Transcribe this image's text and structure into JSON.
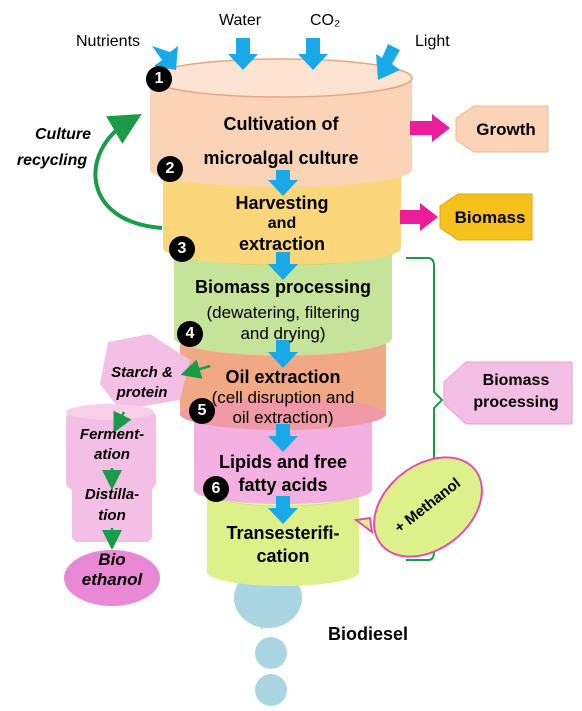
{
  "inputs": {
    "nutrients": "Nutrients",
    "water": "Water",
    "co2": "CO₂",
    "light": "Light"
  },
  "stages": [
    {
      "number": "1",
      "lines": [
        "Cultivation of",
        "microalgal culture"
      ]
    },
    {
      "number": "2",
      "lines": [
        "Harvesting",
        "and",
        "extraction"
      ]
    },
    {
      "number": "3",
      "lines": [
        "Biomass processing",
        "(dewatering, filtering",
        "and drying)"
      ]
    },
    {
      "number": "4",
      "lines": [
        "Oil extraction",
        "(cell disruption and",
        "oil extraction)"
      ]
    },
    {
      "number": "5",
      "lines": [
        "Lipids and free",
        "fatty acids"
      ]
    },
    {
      "number": "6",
      "lines": [
        "Transesterifi-",
        "cation"
      ]
    }
  ],
  "outputs": {
    "growth": "Growth",
    "biomass": "Biomass",
    "biomass_processing": [
      "Biomass",
      "processing"
    ],
    "methanol": "+ Methanol",
    "biodiesel": "Biodiesel"
  },
  "culture_recycling": [
    "Culture",
    "recycling"
  ],
  "side_branch": {
    "starch": [
      "Starch &",
      "protein"
    ],
    "fermentation": [
      "Ferment-",
      "ation"
    ],
    "distillation": [
      "Distilla-",
      "tion"
    ],
    "bioethanol": [
      "Bio",
      "ethanol"
    ]
  },
  "colors": {
    "cultivation": "#fbd3b6",
    "harvesting": "#fbd67a",
    "biomass_processing": "#c6e39a",
    "oil_extraction": "#f1a884",
    "lipids": "#f4b0e0",
    "transesterification": "#ddf08a",
    "input_arrow": "#1aa9e8",
    "output_arrow": "#ec1d9b",
    "recycle_arrow": "#1a9b48",
    "biodiesel_drop": "#a9d6e1",
    "biomass_tag": "#f7c11d"
  }
}
